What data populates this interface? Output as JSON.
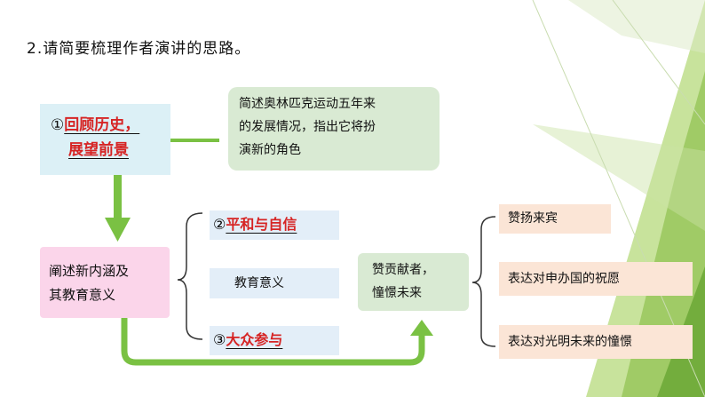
{
  "title": "2.请简要梳理作者演讲的思路。",
  "node1": {
    "num": "①",
    "line1": "回顾历史，",
    "line2": "展望前景"
  },
  "node1_desc": {
    "lines": [
      "简述奥林匹克运动五年来",
      "的发展情况，指出它将扮",
      "演新的角色"
    ]
  },
  "node2": {
    "lines": [
      "阐述新内涵及",
      "其教育意义"
    ]
  },
  "branch_a": {
    "num": "②",
    "text": "平和与自信"
  },
  "branch_b": {
    "text": "教育意义"
  },
  "branch_c": {
    "num": "③",
    "text": "大众参与"
  },
  "node3": {
    "lines": [
      "赞贡献者，",
      "憧憬未来"
    ]
  },
  "right_a": {
    "text": "赞扬来宾"
  },
  "right_b": {
    "text": "表达对申办国的祝愿"
  },
  "right_c": {
    "text": "表达对光明未来的憧憬"
  },
  "colors": {
    "arrow": "#7ac143",
    "blue": "#dcf0f6",
    "green": "#d9ead3",
    "pink": "#fbd5ea",
    "peach": "#fbe5d6"
  }
}
